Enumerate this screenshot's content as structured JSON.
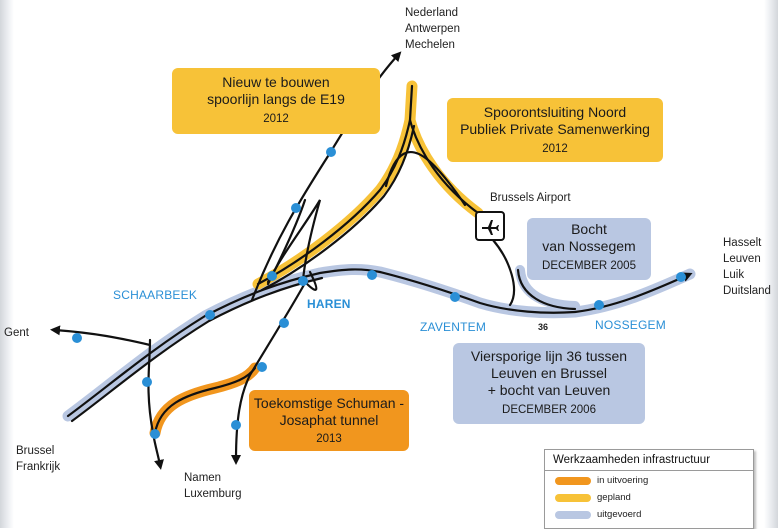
{
  "colors": {
    "in_uitvoering": "#f1961e",
    "gepland": "#f7c238",
    "uitgevoerd": "#b9c7e2",
    "track": "#111111",
    "station_dot": "#2a8fd6",
    "station_label": "#2a8fd6"
  },
  "labels": {
    "north_1": "Nederland",
    "north_2": "Antwerpen",
    "north_3": "Mechelen",
    "airport": "Brussels Airport",
    "east_1": "Hasselt",
    "east_2": "Leuven",
    "east_3": "Luik",
    "east_4": "Duitsland",
    "west": "Gent",
    "southwest_1": "Brussel",
    "southwest_2": "Frankrijk",
    "south_1": "Namen",
    "south_2": "Luxemburg",
    "line_number": "36"
  },
  "stations": {
    "schaarbeek": "SCHAARBEEK",
    "haren": "HAREN",
    "zaventem": "ZAVENTEM",
    "nossegem": "NOSSEGEM"
  },
  "boxes": {
    "e19": {
      "title_1": "Nieuw te bouwen",
      "title_2": "spoorlijn langs de E19",
      "year": "2012"
    },
    "noord": {
      "title_1": "Spoorontsluiting Noord",
      "title_2": "Publiek Private Samenwerking",
      "year": "2012"
    },
    "nossegem": {
      "title_1": "Bocht",
      "title_2": "van Nossegem",
      "year": "DECEMBER 2005"
    },
    "lijn36": {
      "title_1": "Viersporige lijn 36 tussen",
      "title_2": "Leuven en Brussel",
      "title_3": "+ bocht van Leuven",
      "year": "DECEMBER 2006"
    },
    "schuman": {
      "title_1": "Toekomstige Schuman -",
      "title_2": "Josaphat tunnel",
      "year": "2013"
    }
  },
  "legend": {
    "title": "Werkzaamheden infrastructuur",
    "items": [
      {
        "label": "in uitvoering",
        "color": "#f1961e"
      },
      {
        "label": "gepland",
        "color": "#f7c238"
      },
      {
        "label": "uitgevoerd",
        "color": "#b9c7e2"
      }
    ]
  }
}
